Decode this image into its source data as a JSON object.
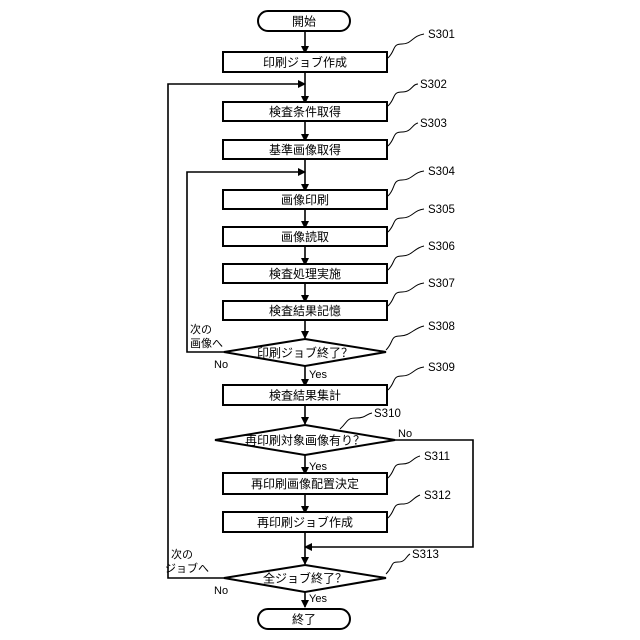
{
  "diagram": {
    "start": "開始",
    "end": "終了",
    "steps": {
      "s301": {
        "id": "S301",
        "label": "印刷ジョブ作成"
      },
      "s302": {
        "id": "S302",
        "label": "検査条件取得"
      },
      "s303": {
        "id": "S303",
        "label": "基準画像取得"
      },
      "s304": {
        "id": "S304",
        "label": "画像印刷"
      },
      "s305": {
        "id": "S305",
        "label": "画像読取"
      },
      "s306": {
        "id": "S306",
        "label": "検査処理実施"
      },
      "s307": {
        "id": "S307",
        "label": "検査結果記憶"
      },
      "s308": {
        "id": "S308",
        "label": "印刷ジョブ終了？"
      },
      "s309": {
        "id": "S309",
        "label": "検査結果集計"
      },
      "s310": {
        "id": "S310",
        "label": "再印刷対象画像有り？"
      },
      "s311": {
        "id": "S311",
        "label": "再印刷画像配置決定"
      },
      "s312": {
        "id": "S312",
        "label": "再印刷ジョブ作成"
      },
      "s313": {
        "id": "S313",
        "label": "全ジョブ終了？"
      }
    },
    "labels": {
      "next_image_1": "次の",
      "next_image_2": "画像へ",
      "next_job_1": "次の",
      "next_job_2": "ジョブへ",
      "yes_308": "Yes",
      "no_308": "No",
      "yes_310": "Yes",
      "no_310": "No",
      "yes_313": "Yes",
      "no_313": "No"
    }
  }
}
